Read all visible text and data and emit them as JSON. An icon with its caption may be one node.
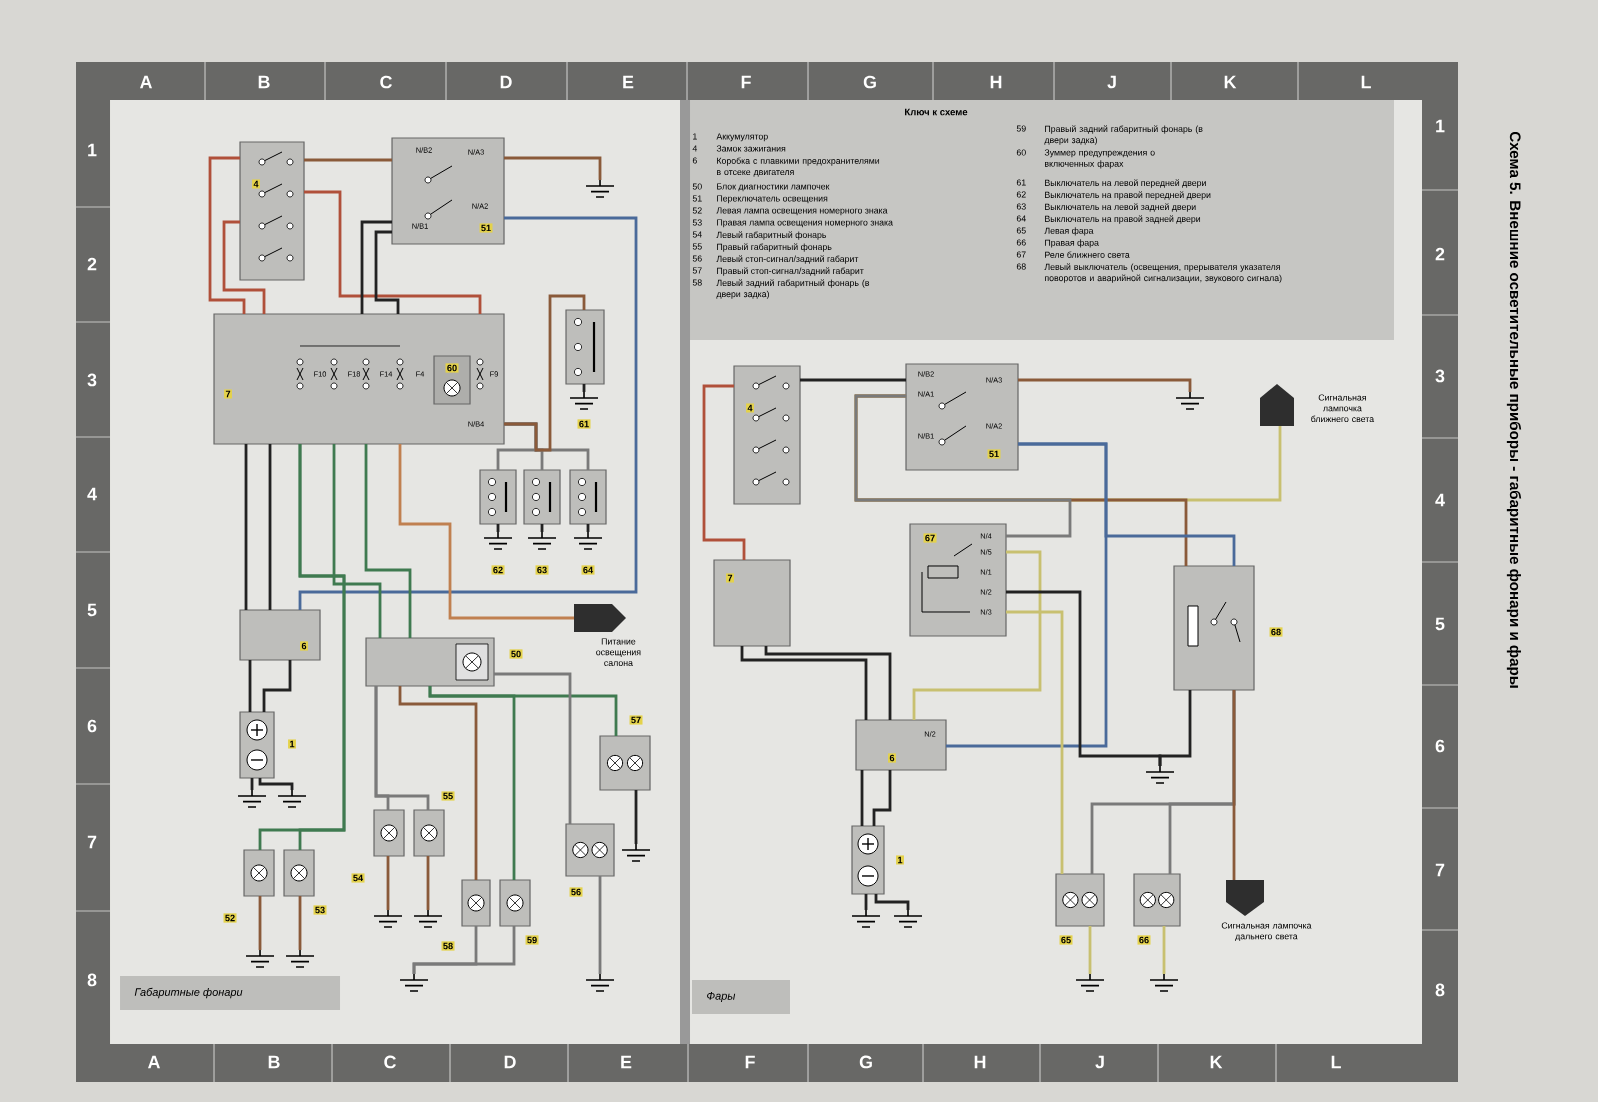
{
  "diagram": {
    "title": "Схема 5. Внешние осветительные приборы - габаритные фонари и фары",
    "nodes": [
      {
        "text": [
          "4"
        ]
      },
      {
        "text": [
          "N/B2",
          "N/A3",
          "N/B1",
          "N/A2",
          "51"
        ]
      },
      {
        "text": [],
        "shape": "ground"
      },
      {
        "text": [
          "7",
          "F10",
          "F18",
          "F14",
          "F4",
          "F9",
          "N/B4"
        ]
      },
      {
        "text": [
          "60"
        ],
        "in": 3
      },
      {
        "text": [],
        "shape": "box",
        "beside": [
          "61"
        ]
      },
      {
        "text": [],
        "shape": "ground"
      },
      {
        "text": [],
        "shape": "box",
        "beside": [
          "62"
        ]
      },
      {
        "text": [],
        "shape": "ground"
      },
      {
        "text": [],
        "shape": "box",
        "beside": [
          "63"
        ]
      },
      {
        "text": [],
        "shape": "ground"
      },
      {
        "text": [],
        "shape": "box",
        "beside": [
          "64"
        ]
      },
      {
        "text": [],
        "shape": "ground"
      },
      {
        "text": [
          "6"
        ]
      },
      {
        "text": [],
        "shape": "box",
        "beside": [
          "1"
        ]
      },
      {
        "text": [],
        "shape": "ground"
      },
      {
        "text": [],
        "shape": "ground"
      },
      {
        "text": [],
        "shape": "box",
        "beside": [
          "50"
        ]
      },
      {
        "text": [],
        "shape": "arrow",
        "beside": [
          "Питание освещения салона"
        ]
      },
      {
        "text": [],
        "shape": "box",
        "beside": [
          "57"
        ]
      },
      {
        "text": [],
        "shape": "ground"
      },
      {
        "text": [
          "54"
        ]
      },
      {
        "text": [],
        "shape": "ground"
      },
      {
        "text": [],
        "shape": "box",
        "beside": [
          "55"
        ]
      },
      {
        "text": [],
        "shape": "ground"
      },
      {
        "text": [],
        "shape": "box",
        "beside": [
          "56"
        ]
      },
      {
        "text": [],
        "shape": "ground"
      },
      {
        "text": [
          "58"
        ]
      },
      {
        "text": [],
        "shape": "box",
        "beside": [
          "59"
        ]
      },
      {
        "text": [],
        "shape": "ground"
      },
      {
        "text": [
          "52"
        ]
      },
      {
        "text": [],
        "shape": "ground"
      },
      {
        "text": [],
        "shape": "box",
        "beside": [
          "53"
        ]
      },
      {
        "text": [],
        "shape": "ground"
      },
      {
        "text": [
          "4"
        ]
      },
      {
        "text": [
          "N/B2",
          "N/A1",
          "N/A3",
          "N/B1",
          "N/A2",
          "51"
        ]
      },
      {
        "text": [],
        "shape": "ground"
      },
      {
        "text": [
          "7"
        ]
      },
      {
        "text": [
          "67",
          "N/4",
          "N/5",
          "N/1",
          "N/2",
          "N/3"
        ]
      },
      {
        "text": [],
        "shape": "arrow",
        "beside": [
          "Сигнальная лампочка ближнего света"
        ]
      },
      {
        "text": [],
        "shape": "box",
        "beside": [
          "68"
        ]
      },
      {
        "text": [
          "N/2",
          "6"
        ]
      },
      {
        "text": [],
        "shape": "box",
        "beside": [
          "1"
        ]
      },
      {
        "text": [],
        "shape": "ground"
      },
      {
        "text": [],
        "shape": "ground"
      },
      {
        "text": [],
        "shape": "ground"
      },
      {
        "text": [],
        "shape": "box",
        "beside": [
          "65"
        ]
      },
      {
        "text": [],
        "shape": "ground"
      },
      {
        "text": [],
        "shape": "box",
        "beside": [
          "66"
        ]
      },
      {
        "text": [],
        "shape": "ground"
      },
      {
        "text": [],
        "shape": "arrow",
        "beside": [
          "Сигнальная лампочка дальнего света"
        ]
      }
    ],
    "edges": [
      {
        "from": 0,
        "to": 1,
        "arrow": "none",
        "color": "#8a5a3a"
      },
      {
        "from": 1,
        "to": 2,
        "arrow": "none",
        "color": "#8a5a3a"
      },
      {
        "from": 0,
        "to": 3,
        "arrow": "none",
        "color": "#b0503a"
      },
      {
        "from": 0,
        "to": 3,
        "arrow": "none",
        "color": "#b0503a"
      },
      {
        "from": 0,
        "to": 3,
        "arrow": "none",
        "color": "#b0503a"
      },
      {
        "from": 1,
        "to": 3,
        "arrow": "none"
      },
      {
        "from": 1,
        "to": 3,
        "arrow": "none"
      },
      {
        "from": 1,
        "to": 13,
        "arrow": "none",
        "color": "#4a6a9a"
      },
      {
        "from": 3,
        "to": 7,
        "arrow": "none",
        "color": "#7a7a7a"
      },
      {
        "from": 3,
        "to": 9,
        "arrow": "none",
        "color": "#7a7a7a"
      },
      {
        "from": 3,
        "to": 11,
        "arrow": "none",
        "color": "#7a7a7a"
      },
      {
        "from": 3,
        "to": 5,
        "arrow": "none",
        "color": "#8a5a3a"
      },
      {
        "from": 5,
        "to": 6,
        "arrow": "none"
      },
      {
        "from": 7,
        "to": 8,
        "arrow": "none"
      },
      {
        "from": 9,
        "to": 10,
        "arrow": "none"
      },
      {
        "from": 11,
        "to": 12,
        "arrow": "none"
      },
      {
        "from": 3,
        "to": 13,
        "arrow": "none"
      },
      {
        "from": 3,
        "to": 13,
        "arrow": "none"
      },
      {
        "from": 13,
        "to": 14,
        "arrow": "none"
      },
      {
        "from": 13,
        "to": 14,
        "arrow": "none"
      },
      {
        "from": 14,
        "to": 15,
        "arrow": "none"
      },
      {
        "from": 14,
        "to": 16,
        "arrow": "none"
      },
      {
        "from": 3,
        "to": 32,
        "arrow": "none",
        "color": "#3f7a50"
      },
      {
        "from": 3,
        "to": 30,
        "arrow": "none",
        "color": "#3f7a50"
      },
      {
        "from": 3,
        "to": 17,
        "arrow": "none",
        "color": "#3f7a50"
      },
      {
        "from": 3,
        "to": 17,
        "arrow": "none",
        "color": "#3f7a50"
      },
      {
        "from": 3,
        "to": 18,
        "arrow": "none",
        "color": "#c08050"
      },
      {
        "from": 17,
        "to": 21,
        "arrow": "none",
        "color": "#7a7a7a"
      },
      {
        "from": 17,
        "to": 23,
        "arrow": "none",
        "color": "#7a7a7a"
      },
      {
        "from": 17,
        "to": 27,
        "arrow": "none",
        "color": "#8a5a3a"
      },
      {
        "from": 17,
        "to": 28,
        "arrow": "none",
        "color": "#3f7a50"
      },
      {
        "from": 17,
        "to": 19,
        "arrow": "none",
        "color": "#3f7a50"
      },
      {
        "from": 17,
        "to": 25,
        "arrow": "none",
        "color": "#7a7a7a"
      },
      {
        "from": 19,
        "to": 20,
        "arrow": "none"
      },
      {
        "from": 21,
        "to": 22,
        "arrow": "none",
        "color": "#8a5a3a"
      },
      {
        "from": 23,
        "to": 24,
        "arrow": "none",
        "color": "#8a5a3a"
      },
      {
        "from": 25,
        "to": 26,
        "arrow": "none",
        "color": "#7a7a7a"
      },
      {
        "from": 27,
        "to": 29,
        "arrow": "none",
        "color": "#7a7a7a"
      },
      {
        "from": 28,
        "to": 29,
        "arrow": "none",
        "color": "#7a7a7a"
      },
      {
        "from": 30,
        "to": 31,
        "arrow": "none",
        "color": "#8a5a3a"
      },
      {
        "from": 32,
        "to": 33,
        "arrow": "none",
        "color": "#8a5a3a"
      },
      {
        "from": 34,
        "to": 35,
        "arrow": "none"
      },
      {
        "from": 35,
        "to": 36,
        "arrow": "none",
        "color": "#8a5a3a"
      },
      {
        "from": 34,
        "to": 37,
        "arrow": "none",
        "color": "#b0503a"
      },
      {
        "from": 35,
        "to": 39,
        "arrow": "none",
        "color": "#c8c070"
      },
      {
        "from": 35,
        "to": 40,
        "arrow": "none",
        "color": "#8a5a3a"
      },
      {
        "from": 35,
        "to": 38,
        "arrow": "none",
        "color": "#7a7a7a"
      },
      {
        "from": 35,
        "to": 41,
        "arrow": "none",
        "color": "#4a6a9a"
      },
      {
        "from": 35,
        "to": 40,
        "arrow": "none",
        "color": "#4a6a9a"
      },
      {
        "from": 37,
        "to": 41,
        "arrow": "none"
      },
      {
        "from": 37,
        "to": 41,
        "arrow": "none"
      },
      {
        "from": 41,
        "to": 42,
        "arrow": "none"
      },
      {
        "from": 41,
        "to": 42,
        "arrow": "none"
      },
      {
        "from": 42,
        "to": 43,
        "arrow": "none"
      },
      {
        "from": 42,
        "to": 44,
        "arrow": "none"
      },
      {
        "from": 38,
        "to": 41,
        "arrow": "none",
        "color": "#c8c070"
      },
      {
        "from": 38,
        "to": 45,
        "arrow": "none"
      },
      {
        "from": 38,
        "to": 46,
        "arrow": "none",
        "color": "#c8c070"
      },
      {
        "from": 40,
        "to": 45,
        "arrow": "none"
      },
      {
        "from": 40,
        "to": 46,
        "arrow": "none",
        "color": "#7a7a7a"
      },
      {
        "from": 40,
        "to": 48,
        "arrow": "none",
        "color": "#7a7a7a"
      },
      {
        "from": 40,
        "to": 50,
        "arrow": "none",
        "color": "#8a5a3a"
      },
      {
        "from": 46,
        "to": 47,
        "arrow": "none",
        "color": "#c8c070"
      },
      {
        "from": 48,
        "to": 49,
        "arrow": "none",
        "color": "#c8c070"
      }
    ],
    "labels": [
      "A",
      "B",
      "C",
      "D",
      "E",
      "F",
      "G",
      "H",
      "J",
      "K",
      "L",
      "Ключ к схеме",
      "1",
      "Аккумулятор",
      "4",
      "Замок зажигания",
      "6",
      "Коробка с плавкими предохранителями в отсеке двигателя",
      "50",
      "Блок диагностики лампочек",
      "51",
      "Переключатель освещения",
      "52",
      "Левая лампа освещения номерного знака",
      "53",
      "Правая лампа освещения номерного знака",
      "54",
      "Левый габаритный фонарь",
      "55",
      "Правый габаритный фонарь",
      "56",
      "Левый стоп-сигнал/задний габарит",
      "57",
      "Правый стоп-сигнал/задний габарит",
      "58",
      "Левый задний габаритный фонарь (в двери задка)",
      "59",
      "Правый задний габаритный фонарь (в двери задка)",
      "60",
      "Зуммер предупреждения о включенных фарах",
      "61",
      "Выключатель на левой передней двери",
      "62",
      "Выключатель на правой передней двери",
      "63",
      "Выключатель на левой задней двери",
      "64",
      "Выключатель на правой задней двери",
      "65",
      "Левая фара",
      "66",
      "Правая фара",
      "67",
      "Реле ближнего света",
      "68",
      "Левый выключатель (освещения, прерывателя указателя поворотов и аварийной сигнализации, звукового сигнала)",
      "1",
      "1",
      "2",
      "2",
      "3",
      "3",
      "4",
      "4",
      "5",
      "5",
      "6",
      "6",
      "7",
      "7",
      "8",
      "Габаритные фонари",
      "Фары",
      "8",
      "A",
      "B",
      "C",
      "D",
      "E",
      "F",
      "G",
      "H",
      "J",
      "K",
      "L"
    ]
  }
}
